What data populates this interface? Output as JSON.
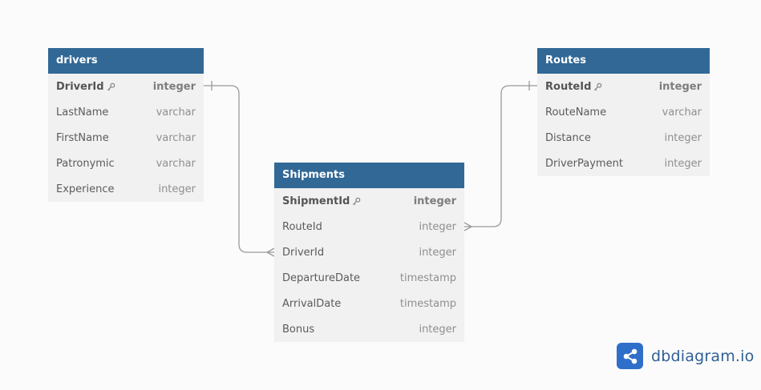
{
  "colors": {
    "header": "#316896",
    "connector": "#9a9a9a",
    "brand": "#2f6fc9"
  },
  "tables": {
    "drivers": {
      "name": "drivers",
      "fields": [
        {
          "name": "DriverId",
          "type": "integer",
          "pk": true
        },
        {
          "name": "LastName",
          "type": "varchar"
        },
        {
          "name": "FirstName",
          "type": "varchar"
        },
        {
          "name": "Patronymic",
          "type": "varchar"
        },
        {
          "name": "Experience",
          "type": "integer"
        }
      ]
    },
    "shipments": {
      "name": "Shipments",
      "fields": [
        {
          "name": "ShipmentId",
          "type": "integer",
          "pk": true
        },
        {
          "name": "RouteId",
          "type": "integer"
        },
        {
          "name": "DriverId",
          "type": "integer"
        },
        {
          "name": "DepartureDate",
          "type": "timestamp"
        },
        {
          "name": "ArrivalDate",
          "type": "timestamp"
        },
        {
          "name": "Bonus",
          "type": "integer"
        }
      ]
    },
    "routes": {
      "name": "Routes",
      "fields": [
        {
          "name": "RouteId",
          "type": "integer",
          "pk": true
        },
        {
          "name": "RouteName",
          "type": "varchar"
        },
        {
          "name": "Distance",
          "type": "integer"
        },
        {
          "name": "DriverPayment",
          "type": "integer"
        }
      ]
    }
  },
  "relations": [
    {
      "from": "drivers.DriverId",
      "to": "Shipments.DriverId",
      "from_card": "one",
      "to_card": "many"
    },
    {
      "from": "Routes.RouteId",
      "to": "Shipments.RouteId",
      "from_card": "one",
      "to_card": "many"
    }
  ],
  "brand": {
    "text": "dbdiagram.io",
    "icon": "share-nodes-icon"
  }
}
